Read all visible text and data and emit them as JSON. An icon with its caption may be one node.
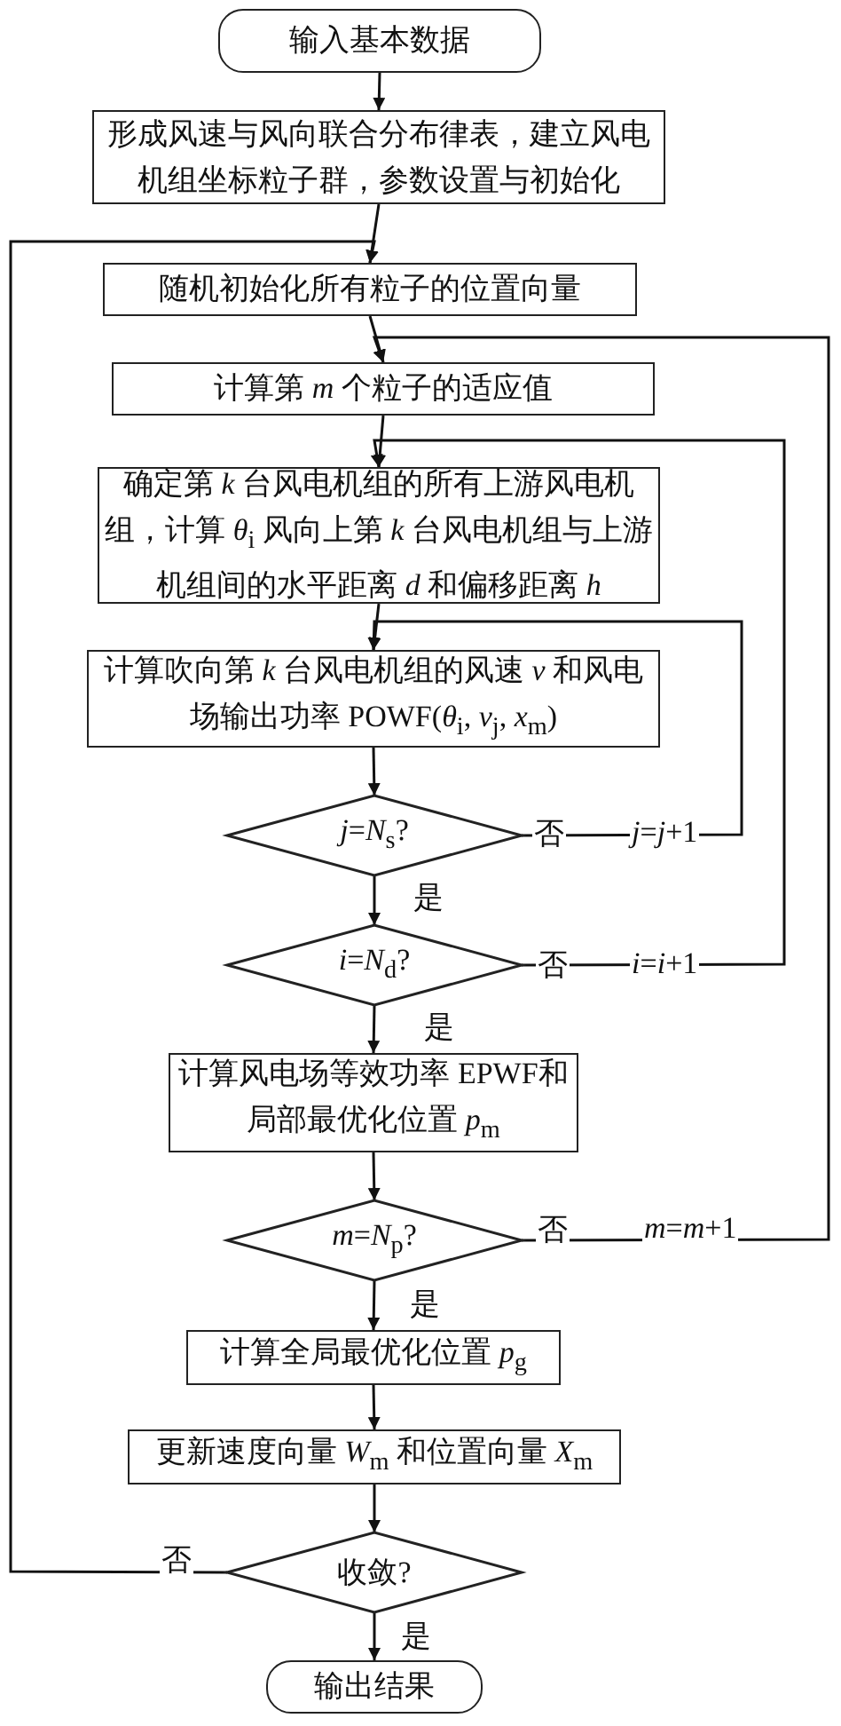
{
  "diagram": {
    "nodes": [
      {
        "text": [
          "输入基本数据"
        ]
      },
      {
        "text": [
          "形成风速与风向联合分布律表，建立风电机组坐标粒子群，参数设置与初始化"
        ]
      },
      {
        "text": [
          "随机初始化所有粒子的位置向量"
        ]
      },
      {
        "text": [
          "计算第 *m* 个粒子的适应值"
        ]
      },
      {
        "text": [
          "确定第 *k* 台风电机组的所有上游风电机组，计算 *θ*$_{i}$ 风向上第 *k* 台风电机组与上游机组间的水平距离 *d* 和偏移距离 *h*"
        ]
      },
      {
        "text": [
          "计算吹向第 *k* 台风电机组的风速 *v* 和风电场输出功率 POWF(*θ*$_{i}$, *v*$_{j}$, *x*$_{m}$)"
        ]
      },
      {
        "text": [
          "*j*=*N*$_{s}$?"
        ]
      },
      {
        "text": [
          "*i*=*N*$_{d}$?"
        ]
      },
      {
        "text": [
          "计算风电场等效功率 EPWF和局部最优化位置 *p*$_{m}$"
        ]
      },
      {
        "text": [
          "*m*=*N*$_{p}$?"
        ]
      },
      {
        "text": [
          "计算全局最优化位置 *p*$_{g}$"
        ]
      },
      {
        "text": [
          "更新速度向量 *W*$_{m}$ 和位置向量 *X*$_{m}$"
        ]
      },
      {
        "text": [
          "收敛?"
        ]
      },
      {
        "text": [
          "输出结果"
        ]
      }
    ],
    "edges": [
      {
        "from": 0,
        "to": 1,
        "arrow": "to"
      },
      {
        "from": 1,
        "to": 2,
        "arrow": "to"
      },
      {
        "from": 2,
        "to": 3,
        "arrow": "to"
      },
      {
        "from": 3,
        "to": 4,
        "arrow": "to"
      },
      {
        "from": 4,
        "to": 5,
        "arrow": "to"
      },
      {
        "from": 5,
        "to": 6,
        "arrow": "to"
      },
      {
        "from": 6,
        "to": 7,
        "arrow": "to",
        "label": "是"
      },
      {
        "from": 7,
        "to": 8,
        "arrow": "to",
        "label": "是"
      },
      {
        "from": 8,
        "to": 9,
        "arrow": "to"
      },
      {
        "from": 9,
        "to": 10,
        "arrow": "to",
        "label": "是"
      },
      {
        "from": 10,
        "to": 11,
        "arrow": "to"
      },
      {
        "from": 11,
        "to": 12,
        "arrow": "to"
      },
      {
        "from": 12,
        "to": 13,
        "arrow": "to",
        "label": "是"
      },
      {
        "from": 6,
        "to": 5,
        "arrow": "to",
        "label": "否"
      },
      {
        "from": 7,
        "to": 4,
        "arrow": "to",
        "label": "否"
      },
      {
        "from": 9,
        "to": 3,
        "arrow": "to",
        "label": "否"
      },
      {
        "from": 12,
        "to": 2,
        "arrow": "to",
        "label": "否"
      }
    ],
    "labels": [
      "*j*=*j*+1",
      "*i*=*i*+1",
      "*m*=*m*+1"
    ]
  }
}
